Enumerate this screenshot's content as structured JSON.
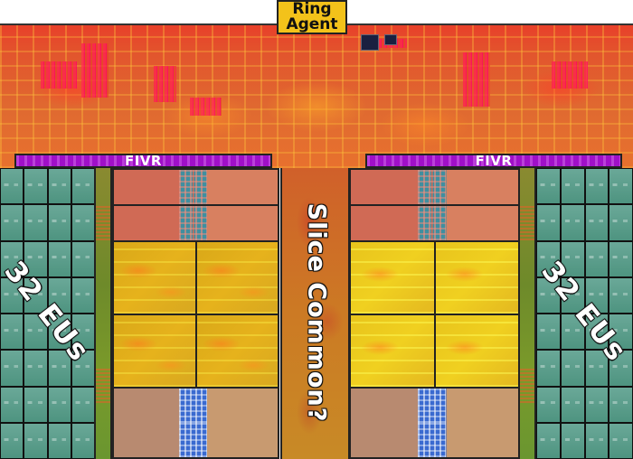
{
  "diagram": {
    "type": "annotated die shot",
    "labels": {
      "ring_agent_line1": "Ring",
      "ring_agent_line2": "Agent",
      "fivr_left": "FIVR",
      "fivr_right": "FIVR",
      "eus_left": "32 EUs",
      "eus_right": "32 EUs",
      "slice_common": "Slice Common?"
    },
    "regions": [
      {
        "name": "Ring Agent",
        "color": "#f3c21a"
      },
      {
        "name": "FIVR",
        "count": 2,
        "color": "#a010c8"
      },
      {
        "name": "EU array",
        "count": 2,
        "eus_per_array": 32,
        "grid": "4x8",
        "color": "#5d9e8c"
      },
      {
        "name": "Slice Common?",
        "color": "#cc7a24"
      },
      {
        "name": "Cache/logic blocks",
        "per_side": 4
      },
      {
        "name": "Core/sub-slice blocks",
        "per_side": 4,
        "color": "#e6b21c"
      }
    ]
  }
}
